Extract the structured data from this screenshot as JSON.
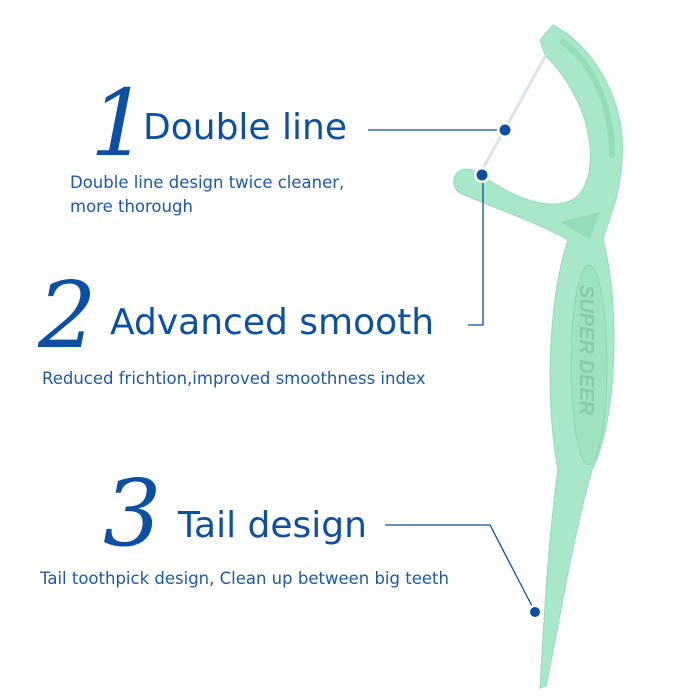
{
  "features": [
    {
      "number": "1",
      "title": "Double line",
      "description_lines": [
        "Double line design twice cleaner,",
        "more thorough"
      ]
    },
    {
      "number": "2",
      "title": "Advanced smooth",
      "description_lines": [
        "Reduced frichtion,improved smoothness index"
      ]
    },
    {
      "number": "3",
      "title": "Tail design",
      "description_lines": [
        "Tail toothpick design, Clean up between big teeth"
      ]
    }
  ],
  "product": {
    "brand_text": "SUPER DEER"
  },
  "colors": {
    "accent": "#0d4fa0",
    "pick": "#a8e8c8",
    "pick_dark": "#8fd9b5"
  }
}
